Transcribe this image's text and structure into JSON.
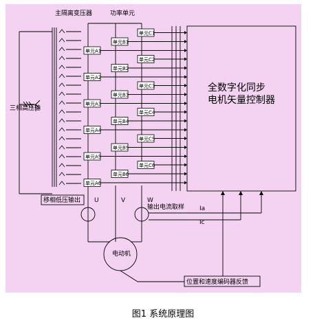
{
  "labels": {
    "main_transformer": "主隔离变压器",
    "power_unit": "功率单元",
    "input_3phase": "三相高压输",
    "phase_shift_output": "移相低压输出",
    "controller_line1": "全数字化同步",
    "controller_line2": "电机矢量控制器",
    "phase_u": "U",
    "phase_v": "V",
    "phase_w": "W",
    "current_sampling": "输出电流取样",
    "ia": "Ia",
    "ic": "Ic",
    "motor": "电动机",
    "feedback": "位置和速度编码器反馈",
    "figure_caption": "图1  系统原理图"
  },
  "cells": {
    "A": [
      "单元A1",
      "单元A2",
      "单元A3",
      "单元A4",
      "单元A5",
      "单元A6"
    ],
    "B": [
      "单元B1",
      "单元B2",
      "单元B3",
      "单元B4",
      "单元B5",
      "单元B6"
    ],
    "C": [
      "单元C1",
      "单元C2",
      "单元C3",
      "单元C4",
      "单元C5",
      "单元C6"
    ]
  },
  "colors": {
    "panel_bg": "#f3d3f1",
    "line": "#000000",
    "box_fill": "#ffffff"
  }
}
